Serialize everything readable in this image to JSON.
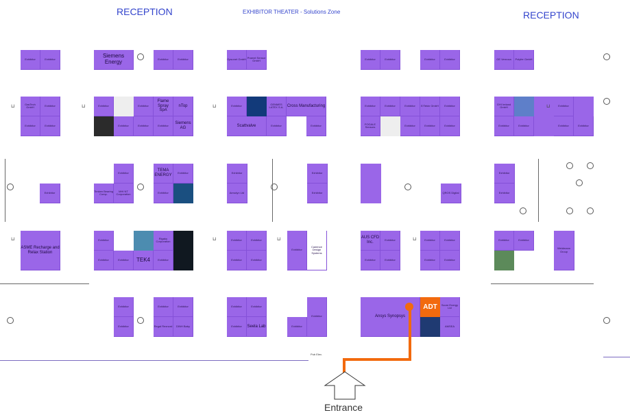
{
  "headers": {
    "reception_left": "RECEPTION",
    "reception_right": "RECEPTION",
    "theater": "EXHIBITOR THEATER - Solutions Zone",
    "entrance": "Entrance",
    "small_label": "Pub Elev."
  },
  "booths": {
    "siemens": "Siemens Energy",
    "opsonet": "Opsonet GmbH",
    "pramel": "Pramel Sensor GmbH",
    "ge_vernova": "GE Vernova",
    "polyfer": "Polyfer GmbH",
    "gastech": "GasTech GmbH",
    "flame_spray": "Flame Spray SpA",
    "ntop": "nTop",
    "siemens_ag": "Siemens AG",
    "scattalvalve": "Scattvalve",
    "genmes": "GENMES LATEX S.A.",
    "cross_manufacturing": "Cross Manufacturing",
    "fogale": "FOGALE Sensors",
    "ettore": "E/Tekin GmbH",
    "gmcm": "GHI Ireland GmbH",
    "tema": "TEMA ENERGY",
    "aerodyn": "Aerodyn Ltd",
    "qros": "QROS Digital",
    "asme": "ASME Recharge and Relax Station",
    "tek4": "TEK4",
    "cadence": "Cadence Design Systems",
    "aus_cfd": "AUS CFD Inc.",
    "ansys": "Ansys Synopsys",
    "adt": "ADT",
    "score": "Score Energy Ltd",
    "seela": "Seela Lab",
    "regal": "Regal Rexnord",
    "dinh": "DINH Baby",
    "amsea": "AMSEA",
    "rigaku": "Rigaku Corporation",
    "timken": "Timken Bearing Comp.",
    "mitsu": "MHI NT Corporation",
    "weidmann": "Weidmann Group"
  },
  "colors": {
    "booth": "#9a66e8",
    "heading": "#3344cc",
    "route": "#f26a0e",
    "adt": "#f26a0e"
  }
}
